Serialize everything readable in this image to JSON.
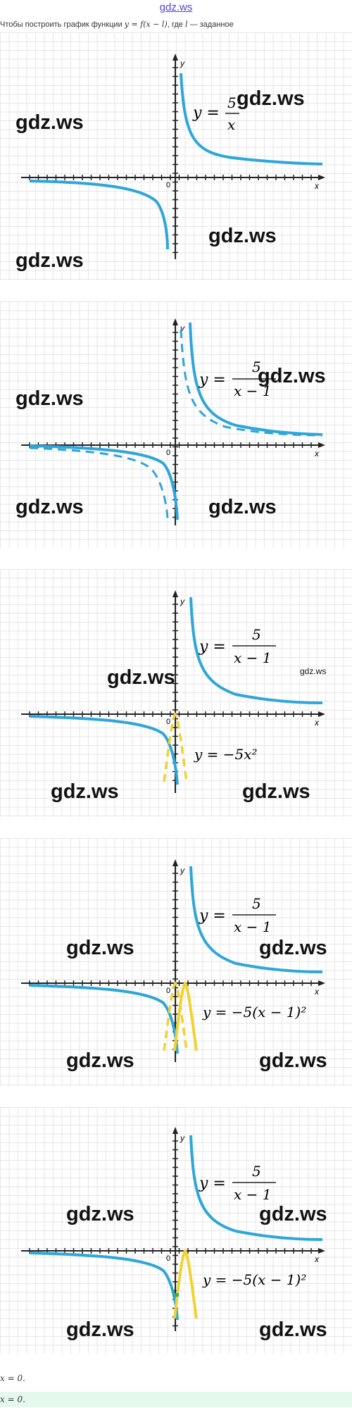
{
  "header": {
    "site": "gdz.ws",
    "intro_text": "Чтобы построить график функции",
    "intro_formula": "y = f(x − l)",
    "intro_middle": ", где",
    "intro_var": "l",
    "intro_tail": "— заданное"
  },
  "colors": {
    "hyperbola": "#2ea6d9",
    "parabola": "#f1d230",
    "axis": "#222222",
    "marker": "#27b36b"
  },
  "graphs": [
    {
      "axis_x": "x",
      "axis_y": "y",
      "origin": "0",
      "labels": {
        "main": "y =",
        "num": "5",
        "den": "x"
      },
      "watermarks": [
        "gdz.ws",
        "gdz.ws",
        "gdz.ws",
        "gdz.ws"
      ]
    },
    {
      "axis_x": "x",
      "axis_y": "y",
      "origin": "0",
      "labels": {
        "main": "y =",
        "num": "5",
        "den": "x − 1"
      },
      "watermarks": [
        "gdz.ws",
        "gdz.ws",
        "gdz.ws",
        "gdz.ws"
      ]
    },
    {
      "axis_x": "x",
      "axis_y": "y",
      "origin": "0",
      "labels": {
        "main": "y =",
        "num": "5",
        "den": "x − 1",
        "second": "y = −5x²"
      },
      "watermarks": [
        "gdz.ws",
        "gdz.ws",
        "gdz.ws",
        "gdz.ws"
      ]
    },
    {
      "axis_x": "x",
      "axis_y": "y",
      "origin": "0",
      "labels": {
        "main": "y =",
        "num": "5",
        "den": "x − 1",
        "second": "y = −5(x − 1)²"
      },
      "watermarks": [
        "gdz.ws",
        "gdz.ws",
        "gdz.ws",
        "gdz.ws"
      ]
    },
    {
      "axis_x": "x",
      "axis_y": "y",
      "origin": "0",
      "labels": {
        "main": "y =",
        "num": "5",
        "den": "x − 1",
        "second": "y = −5(x − 1)²"
      },
      "watermarks": [
        "gdz.ws",
        "gdz.ws",
        "gdz.ws",
        "gdz.ws"
      ]
    }
  ],
  "footer": {
    "line1": "x = 0.",
    "line2": "x = 0."
  }
}
